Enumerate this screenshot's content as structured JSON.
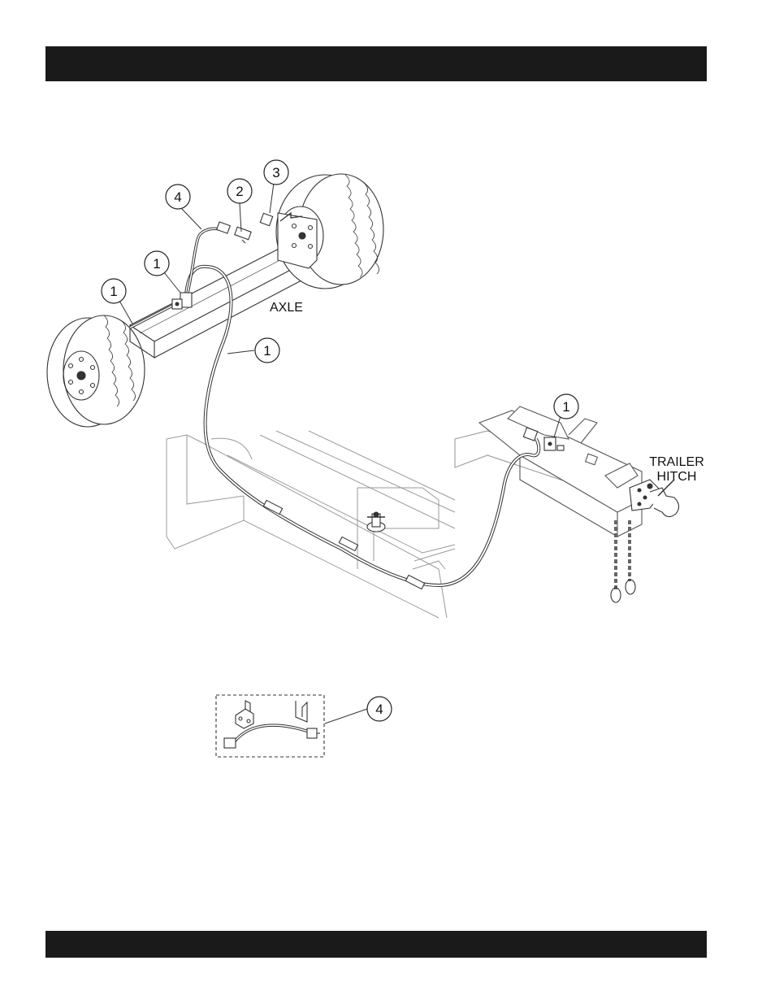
{
  "callouts": {
    "c1_left": "1",
    "c1_bracket": "1",
    "c1_middle": "1",
    "c1_hitch": "1",
    "c2": "2",
    "c3": "3",
    "c4_top": "4",
    "c4_inset": "4"
  },
  "labels": {
    "axle": "AXLE",
    "trailer_line1": "TRAILER",
    "trailer_line2": "HITCH"
  },
  "colors": {
    "header_bar": "#1a1a1a",
    "line_art": "#333333",
    "light_line": "#9a9a9a"
  }
}
